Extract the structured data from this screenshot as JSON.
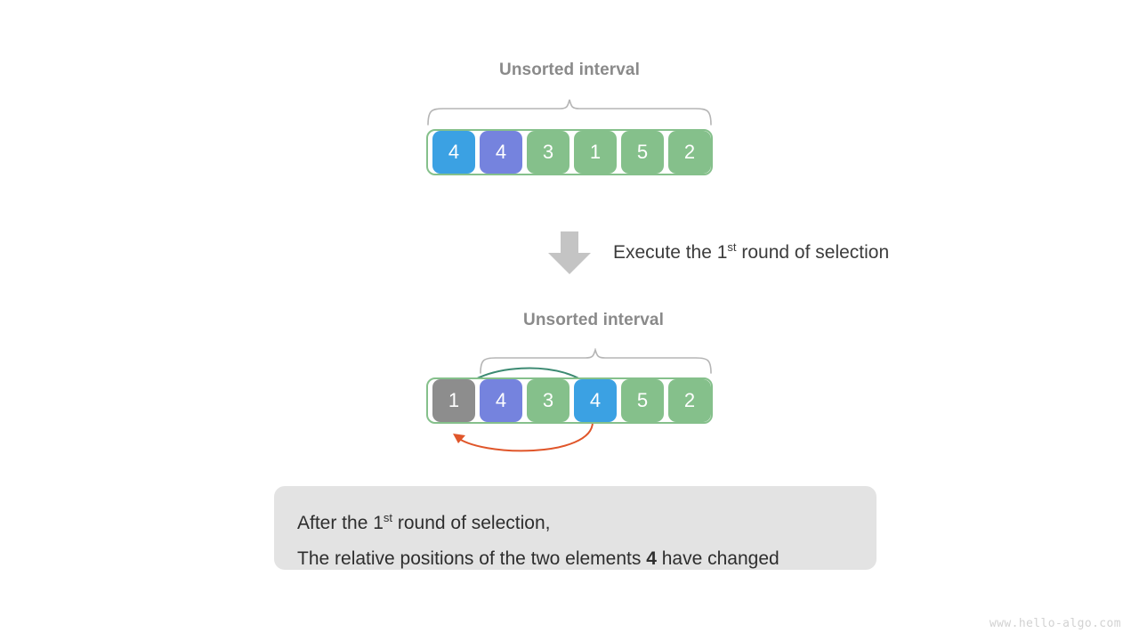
{
  "diagram": {
    "title_watermark": "www.hello-algo.com",
    "colors": {
      "green": "#85c08b",
      "blue": "#3ba1e3",
      "purple": "#7583de",
      "gray": "#8d8d8d",
      "brace": "#b5b5b5",
      "label": "#8a8a8a",
      "arrow_forward": "#3c8a72",
      "arrow_back": "#e0562a",
      "caption_bg": "#e3e3e3"
    },
    "step1": {
      "interval_label": "Unsorted interval",
      "cells": [
        {
          "value": "4",
          "color": "blue"
        },
        {
          "value": "4",
          "color": "purple"
        },
        {
          "value": "3",
          "color": "green"
        },
        {
          "value": "1",
          "color": "green"
        },
        {
          "value": "5",
          "color": "green"
        },
        {
          "value": "2",
          "color": "green"
        }
      ]
    },
    "transition": {
      "text_before": "Execute the 1",
      "text_sup": "st",
      "text_after": " round of selection",
      "arrow_icon": "arrow-down-icon"
    },
    "step2": {
      "interval_label": "Unsorted interval",
      "cells": [
        {
          "value": "1",
          "color": "gray"
        },
        {
          "value": "4",
          "color": "purple"
        },
        {
          "value": "3",
          "color": "green"
        },
        {
          "value": "4",
          "color": "blue"
        },
        {
          "value": "5",
          "color": "green"
        },
        {
          "value": "2",
          "color": "green"
        }
      ]
    },
    "caption": {
      "line1_before": "After the 1",
      "line1_sup": "st",
      "line1_after": " round of selection,",
      "line2_before": "The relative positions of the two elements ",
      "line2_bold": "4",
      "line2_after": " have changed"
    }
  }
}
